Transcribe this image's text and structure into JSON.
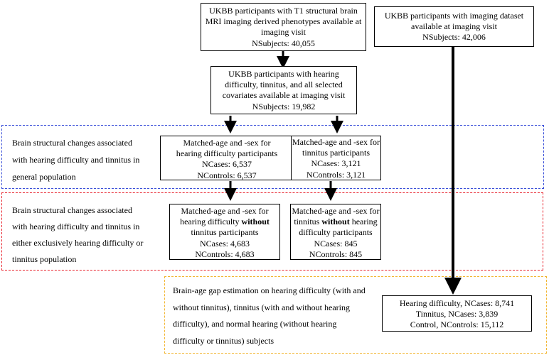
{
  "boxes": {
    "t1_mri": {
      "line1": "UKBB participants with T1 structural brain",
      "line2": "MRI imaging derived phenotypes available at",
      "line3": "imaging visit",
      "line4": "NSubjects: 40,055"
    },
    "imaging_dataset": {
      "line1": "UKBB participants with imaging dataset",
      "line2": "available at imaging visit",
      "line3": "NSubjects: 42,006"
    },
    "hearing_covariates": {
      "line1": "UKBB participants with hearing",
      "line2": "difficulty, tinnitus, and all selected",
      "line3": "covariates available at imaging visit",
      "line4": "NSubjects: 19,982"
    },
    "hd_matched": {
      "line1": "Matched-age and -sex for",
      "line2": "hearing difficulty participants",
      "line3": "NCases: 6,537",
      "line4": "NControls: 6,537"
    },
    "tin_matched": {
      "line1": "Matched-age and -sex for",
      "line2": "tinnitus participants",
      "line3": "NCases: 3,121",
      "line4": "NControls: 3,121"
    },
    "hd_without_tin": {
      "line1": "Matched-age and -sex for",
      "line2_pre": "hearing difficulty ",
      "line2_bold": "without",
      "line3": "tinnitus participants",
      "line4": "NCases: 4,683",
      "line5": "NControls: 4,683"
    },
    "tin_without_hd": {
      "line1": "Matched-age and -sex for",
      "line2_pre": "tinnitus ",
      "line2_bold": "without",
      "line2_post": " hearing",
      "line3": "difficulty participants",
      "line4": "NCases: 845",
      "line5": "NControls: 845"
    },
    "brain_age": {
      "line1": "Hearing difficulty, NCases: 8,741",
      "line2": "Tinnitus, NCases: 3,839",
      "line3": "Control, NControls: 15,112"
    }
  },
  "sections": {
    "general": {
      "line1": "Brain structural changes associated",
      "line2": "with hearing difficulty and tinnitus in",
      "line3": "general population"
    },
    "exclusive": {
      "line1": "Brain structural changes associated",
      "line2": "with hearing difficulty and tinnitus in",
      "line3": "either exclusively hearing difficulty or",
      "line4": "tinnitus population"
    },
    "brain_age_gap": {
      "line1": "Brain-age gap estimation on hearing difficulty (with and",
      "line2": "without tinnitus), tinnitus (with and without hearing",
      "line3": "difficulty), and normal hearing (without hearing",
      "line4": "difficulty or tinnitus) subjects"
    }
  },
  "colors": {
    "general_border": "#3a4fd8",
    "exclusive_border": "#e8202a",
    "brain_age_border": "#f2b632"
  }
}
